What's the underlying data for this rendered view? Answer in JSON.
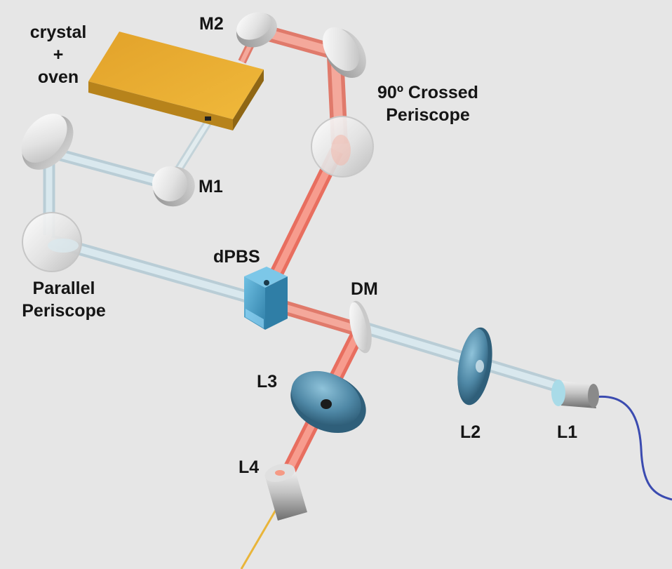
{
  "labels": {
    "crystal_oven": [
      "crystal",
      "+",
      "oven"
    ],
    "m2": "M2",
    "m1": "M1",
    "crossed_periscope": [
      "90º Crossed",
      "Periscope"
    ],
    "parallel_periscope": [
      "Parallel",
      "Periscope"
    ],
    "dpbs": "dPBS",
    "dm": "DM",
    "l1": "L1",
    "l2": "L2",
    "l3": "L3",
    "l4": "L4"
  },
  "colors": {
    "background": "#e6e6e6",
    "pump_beam": "#f08a7a",
    "signal_beam": "#d3e2e8",
    "crystal_oven": "#e6a92e",
    "lens_glass": "#4f88a6",
    "pbs_cube": "#3f96c2",
    "pump_fiber": "#3b4bb0",
    "output_fiber": "#e9b53a",
    "mirror": "#e3e3e3",
    "collimator": "#b4b4b4"
  }
}
